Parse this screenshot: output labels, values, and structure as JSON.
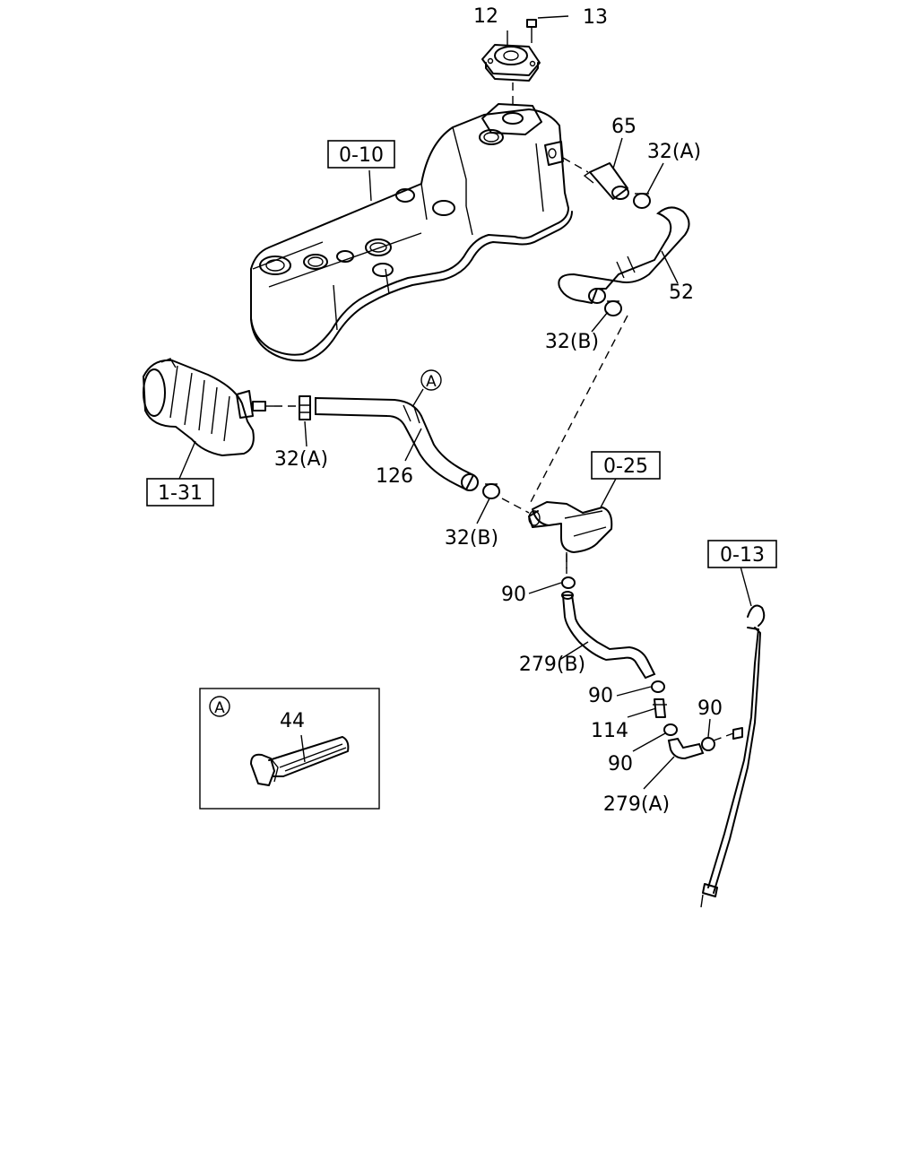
{
  "callouts": {
    "c12": "12",
    "c13": "13",
    "c65": "65",
    "c32a_top": "32(A)",
    "c52": "52",
    "c32b_top": "32(B)",
    "c32a_left": "32(A)",
    "c126": "126",
    "c32b_mid": "32(B)",
    "c90_a": "90",
    "c279b": "279(B)",
    "c90_b": "90",
    "c114": "114",
    "c90_c": "90",
    "c90_d": "90",
    "c279a": "279(A)",
    "c44": "44",
    "marker_a": "A",
    "inset_marker_a": "A"
  },
  "references": {
    "ref_0_10": "0-10",
    "ref_1_31": "1-31",
    "ref_0_25": "0-25",
    "ref_0_13": "0-13"
  }
}
